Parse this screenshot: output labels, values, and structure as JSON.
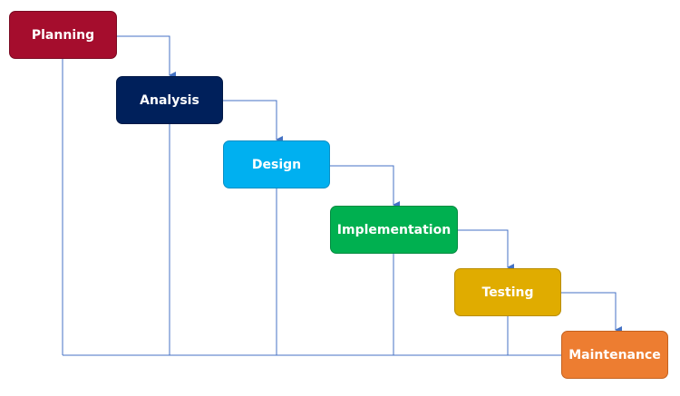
{
  "stages": [
    {
      "key": "planning",
      "label": "Planning",
      "fill": "#a50d2d",
      "border": "#7a0a22"
    },
    {
      "key": "analysis",
      "label": "Analysis",
      "fill": "#00205b",
      "border": "#001845"
    },
    {
      "key": "design",
      "label": "Design",
      "fill": "#00b0f0",
      "border": "#0a8fc4"
    },
    {
      "key": "implementation",
      "label": "Implementation",
      "fill": "#00b050",
      "border": "#038a40"
    },
    {
      "key": "testing",
      "label": "Testing",
      "fill": "#e0ac00",
      "border": "#b88d00"
    },
    {
      "key": "maintenance",
      "label": "Maintenance",
      "fill": "#ed7d31",
      "border": "#c4621f"
    }
  ],
  "connector_color": "#4472c4"
}
